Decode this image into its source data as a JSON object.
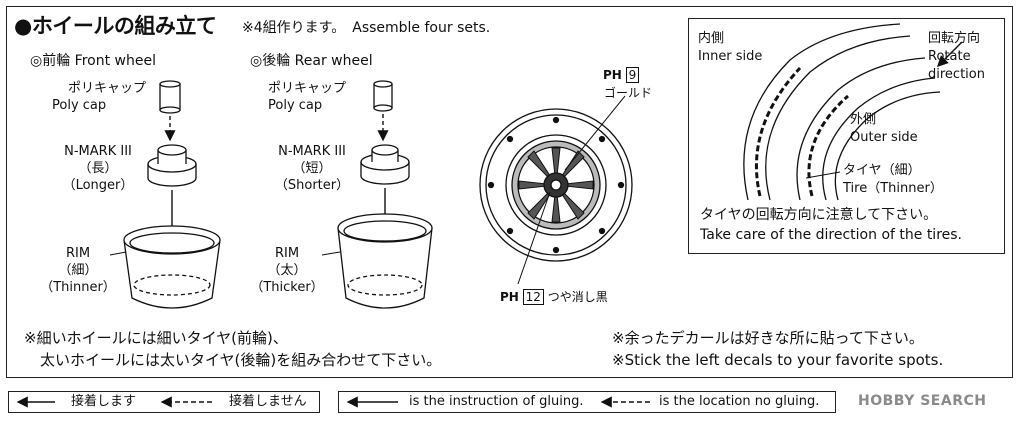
{
  "title": "●ホイールの組み立て",
  "subtitle": "※4組作ります。　Assemble four sets.",
  "front": {
    "header": "◎前輪 Front wheel",
    "polycap": [
      "ポリキャップ",
      "Poly cap"
    ],
    "nmark": [
      "N-MARK III",
      "（長）",
      "（Longer）"
    ],
    "rim": [
      "RIM",
      "（細）",
      "（Thinner）"
    ]
  },
  "rear": {
    "header": "◎後輪 Rear wheel",
    "polycap": [
      "ポリキャップ",
      "Poly cap"
    ],
    "nmark": [
      "N-MARK III",
      "（短）",
      "（Shorter）"
    ],
    "rim": [
      "RIM",
      "（太）",
      "（Thicker）"
    ]
  },
  "paint": {
    "gold_code": "9",
    "gold_prefix": "PH",
    "gold_name": "ゴールド",
    "black_code": "12",
    "black_prefix": "PH",
    "black_name": "つや消し黒"
  },
  "inset": {
    "inner": [
      "内側",
      "Inner side"
    ],
    "rotate": [
      "回転方向",
      "Rotate",
      "direction"
    ],
    "outer": [
      "外側",
      "Outer side"
    ],
    "tire": [
      "タイヤ（細）",
      "Tire（Thinner）"
    ],
    "caption": [
      "タイヤの回転方向に注意して下さい。",
      "Take care of the direction of the tires."
    ]
  },
  "notes_left": [
    "※細いホイールには細いタイヤ(前輪)、",
    "太いホイールには太いタイヤ(後輪)を組み合わせて下さい。"
  ],
  "notes_right": [
    "※余ったデカールは好きな所に貼って下さい。",
    "※Stick the left decals to your favorite spots."
  ],
  "legend_jp": {
    "glue": "接着します",
    "noglue": "接着しません"
  },
  "legend_en": {
    "glue": "is the instruction of gluing.",
    "noglue": "is the location no gluing."
  },
  "brand": "HOBBY SEARCH"
}
